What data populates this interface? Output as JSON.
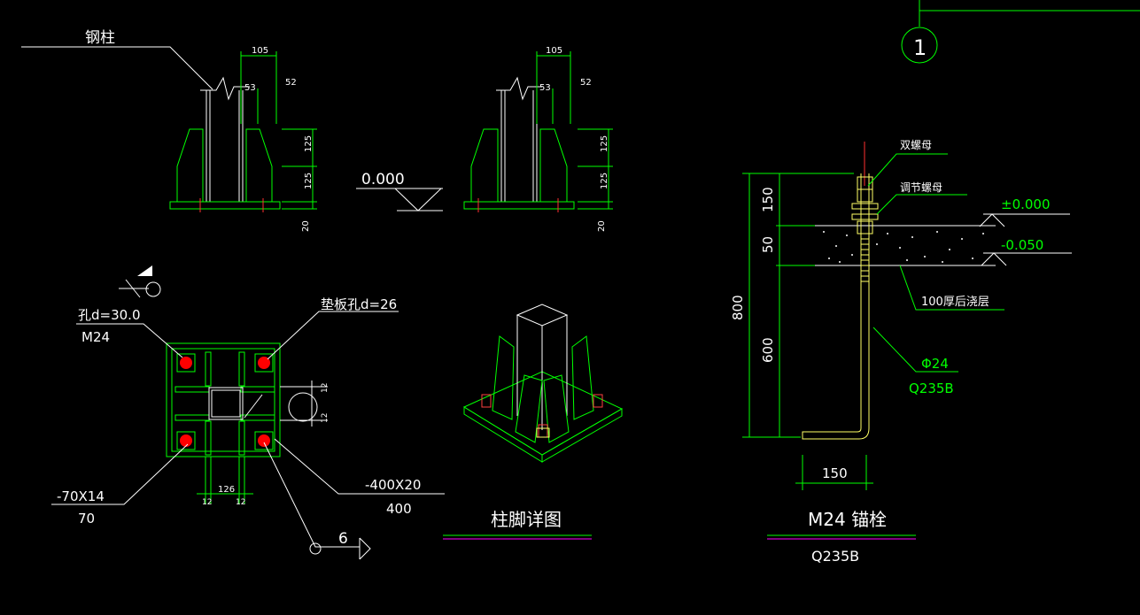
{
  "elevation_views": {
    "column_label": "钢柱",
    "dim_width": "105",
    "dim_offset_a": "53",
    "dim_offset_b": "52",
    "dim_rib_upper": "125",
    "dim_rib_lower": "125",
    "dim_plate": "20"
  },
  "level_mark": {
    "value": "0.000"
  },
  "plan_view": {
    "hole_label": "孔d=30.0",
    "bolt_label": "M24",
    "washer_label": "垫板孔d=26",
    "rib_label_top": "-70X14",
    "rib_label_bottom": "70",
    "plate_label_top": "-400X20",
    "plate_label_bottom": "400",
    "dim_126": "126",
    "dim_12_left": "12",
    "dim_12_right": "12",
    "dim_side_a": "12",
    "dim_side_b": "12",
    "section_mark": "6"
  },
  "iso_view": {
    "title": "柱脚详图"
  },
  "anchor": {
    "callout_number": "1",
    "double_nut_label": "双螺母",
    "adjust_nut_label": "调节螺母",
    "level_top": "±0.000",
    "level_bottom": "-0.050",
    "grout_label": "100厚后浇层",
    "diameter_label": "Φ24",
    "material_label": "Q235B",
    "dim_total": "800",
    "dim_150": "150",
    "dim_50": "50",
    "dim_600": "600",
    "dim_hook": "150",
    "title": "M24 锚栓",
    "subtitle": "Q235B"
  },
  "colors": {
    "background": "#000000",
    "line_white": "#ffffff",
    "line_green": "#00ff00",
    "line_yellow": "#ffff66",
    "hole_fill": "#ff0000",
    "underline_magenta": "#ff00ff"
  }
}
